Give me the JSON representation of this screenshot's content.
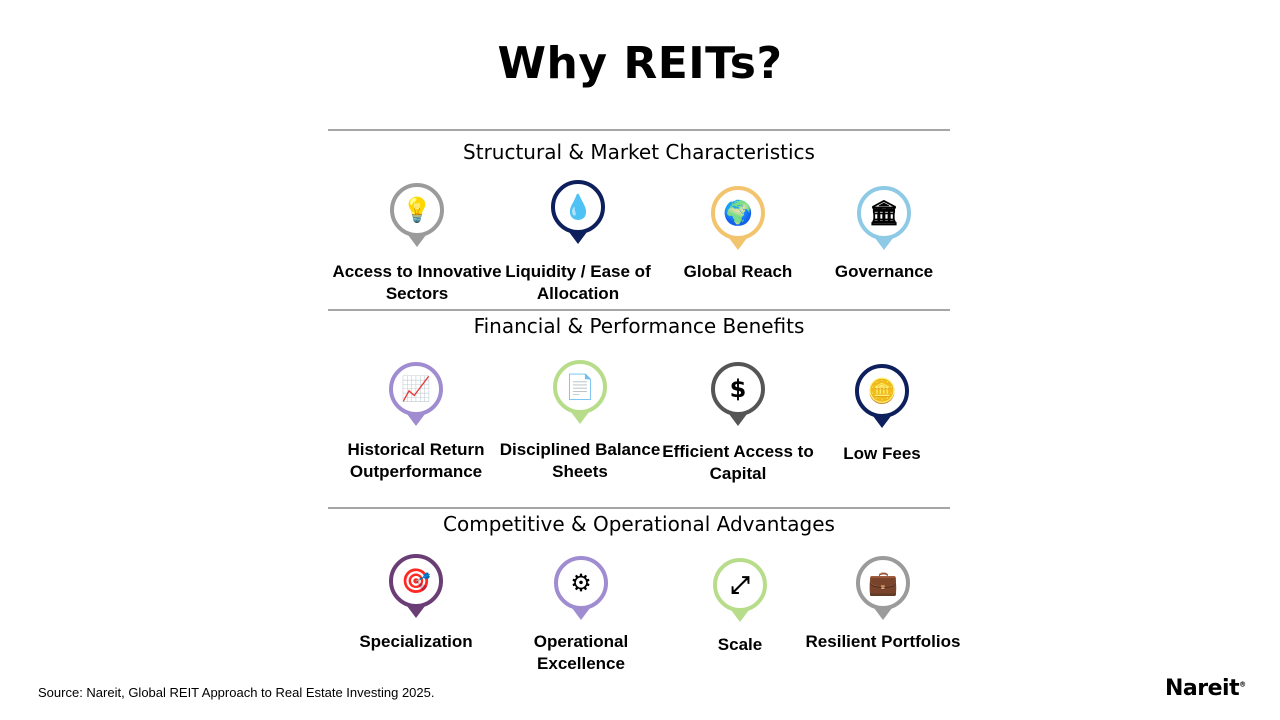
{
  "title": "Why REITs?",
  "sections": [
    {
      "heading": "Structural & Market Characteristics",
      "items": [
        {
          "label": "Access to Innovative Sectors",
          "icon": "lightbulb-icon",
          "glyph": "💡",
          "color": "#9b9b9b"
        },
        {
          "label": "Liquidity / Ease of Allocation",
          "icon": "droplet-icon",
          "glyph": "💧",
          "color": "#0d1f5c"
        },
        {
          "label": "Global Reach",
          "icon": "world-map-icon",
          "glyph": "🌍",
          "color": "#f2c46d"
        },
        {
          "label": "Governance",
          "icon": "government-building-icon",
          "glyph": "🏛",
          "color": "#8ecae6"
        }
      ]
    },
    {
      "heading": "Financial & Performance Benefits",
      "items": [
        {
          "label": "Historical Return Outperformance",
          "icon": "growth-chart-icon",
          "glyph": "📈",
          "color": "#a08cd0"
        },
        {
          "label": "Disciplined Balance Sheets",
          "icon": "document-icon",
          "glyph": "📄",
          "color": "#b7dd8a"
        },
        {
          "label": "Efficient Access to Capital",
          "icon": "dollar-icon",
          "glyph": "$",
          "color": "#555555"
        },
        {
          "label": "Low Fees",
          "icon": "hand-coin-icon",
          "glyph": "🪙",
          "color": "#0d1f5c"
        }
      ]
    },
    {
      "heading": "Competitive & Operational Advantages",
      "items": [
        {
          "label": "Specialization",
          "icon": "target-icon",
          "glyph": "🎯",
          "color": "#6a3d75"
        },
        {
          "label": "Operational Excellence",
          "icon": "gear-arrow-icon",
          "glyph": "⚙",
          "color": "#a08cd0"
        },
        {
          "label": "Scale",
          "icon": "resize-icon",
          "glyph": "⤢",
          "color": "#b7dd8a"
        },
        {
          "label": "Resilient Portfolios",
          "icon": "briefcase-icon",
          "glyph": "💼",
          "color": "#9b9b9b"
        }
      ]
    }
  ],
  "source": "Source: Nareit, Global REIT Approach to Real Estate Investing 2025.",
  "logo": "Nareit"
}
